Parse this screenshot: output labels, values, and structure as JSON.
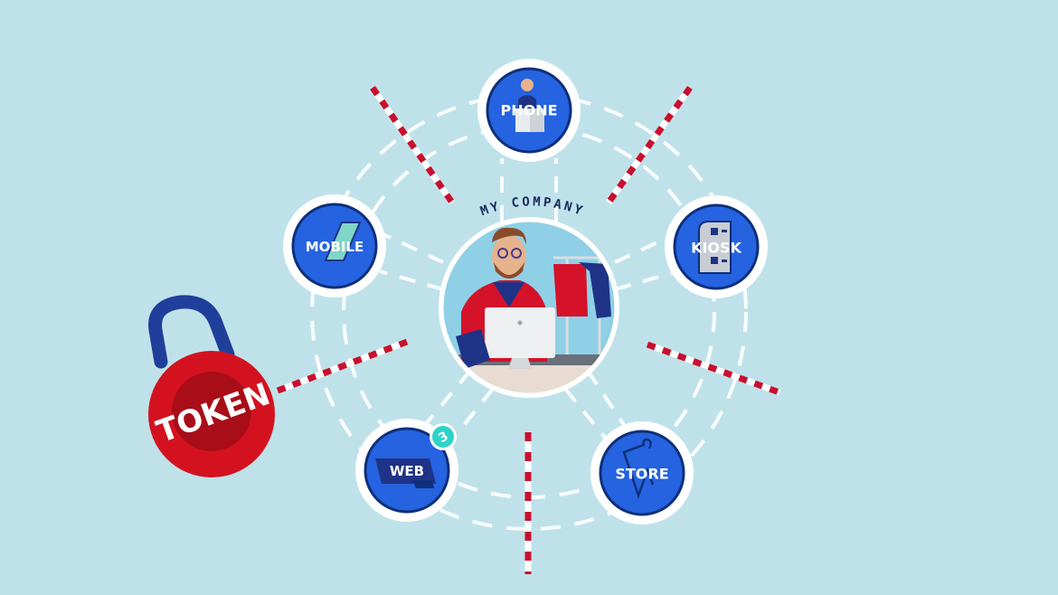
{
  "colors": {
    "background": "#bfe2ea",
    "node_fill": "#2563e0",
    "node_border": "#0e2f7a",
    "node_ring": "#ffffff",
    "barrier_red": "#c8102e",
    "token_red": "#d4121f",
    "token_inner": "#a80d18",
    "lock_shackle": "#1f3f9a",
    "badge": "#2ed3c8"
  },
  "center": {
    "title": "MY COMPANY"
  },
  "channels": [
    {
      "id": "phone",
      "label": "PHONE",
      "icon": "agent-headset-icon"
    },
    {
      "id": "mobile",
      "label": "MOBILE",
      "icon": "smartphone-icon"
    },
    {
      "id": "kiosk",
      "label": "KIOSK",
      "icon": "kiosk-terminal-icon"
    },
    {
      "id": "web",
      "label": "WEB",
      "icon": "laptop-icon",
      "badge": "3"
    },
    {
      "id": "store",
      "label": "STORE",
      "icon": "hanger-icon"
    }
  ],
  "token": {
    "label": "TOKEN"
  }
}
